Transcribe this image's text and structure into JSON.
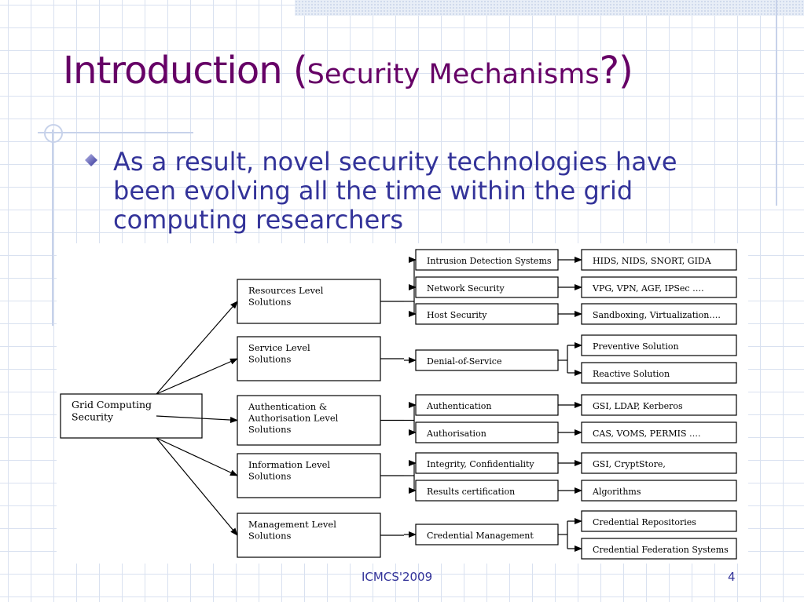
{
  "slide": {
    "title_main": "Introduction (",
    "title_sub": "Security Mechanisms",
    "title_close": "?)",
    "bullet_text": "As a result, novel security technologies have been evolving all the time within the grid computing researchers",
    "footer_center": "ICMCS'2009",
    "page_number": "4"
  },
  "colors": {
    "title": "#660066",
    "body": "#333399",
    "grid": "#d9e1f0",
    "deco": "#c7d2ea"
  },
  "diagram": {
    "root": "Grid Computing Security",
    "levels": [
      {
        "label": "Resources Level Solutions",
        "mechanisms": [
          {
            "label": "Intrusion Detection Systems",
            "examples": [
              "HIDS, NIDS, SNORT, GIDA"
            ]
          },
          {
            "label": "Network Security",
            "examples": [
              "VPG, VPN, AGF, IPSec …."
            ]
          },
          {
            "label": "Host Security",
            "examples": [
              "Sandboxing, Virtualization…."
            ]
          }
        ]
      },
      {
        "label": "Service Level Solutions",
        "mechanisms": [
          {
            "label": "Denial-of-Service",
            "examples": [
              "Preventive Solution",
              "Reactive Solution"
            ]
          }
        ]
      },
      {
        "label": "Authentication & Authorisation Level Solutions",
        "mechanisms": [
          {
            "label": "Authentication",
            "examples": [
              "GSI, LDAP, Kerberos"
            ]
          },
          {
            "label": "Authorisation",
            "examples": [
              "CAS, VOMS, PERMIS …."
            ]
          }
        ]
      },
      {
        "label": "Information Level Solutions",
        "mechanisms": [
          {
            "label": "Integrity, Confidentiality",
            "examples": [
              "GSI, CryptStore,"
            ]
          },
          {
            "label": "Results certification",
            "examples": [
              "Algorithms"
            ]
          }
        ]
      },
      {
        "label": "Management Level Solutions",
        "mechanisms": [
          {
            "label": "Credential Management",
            "examples": [
              "Credential Repositories",
              "Credential Federation Systems"
            ]
          }
        ]
      }
    ]
  }
}
